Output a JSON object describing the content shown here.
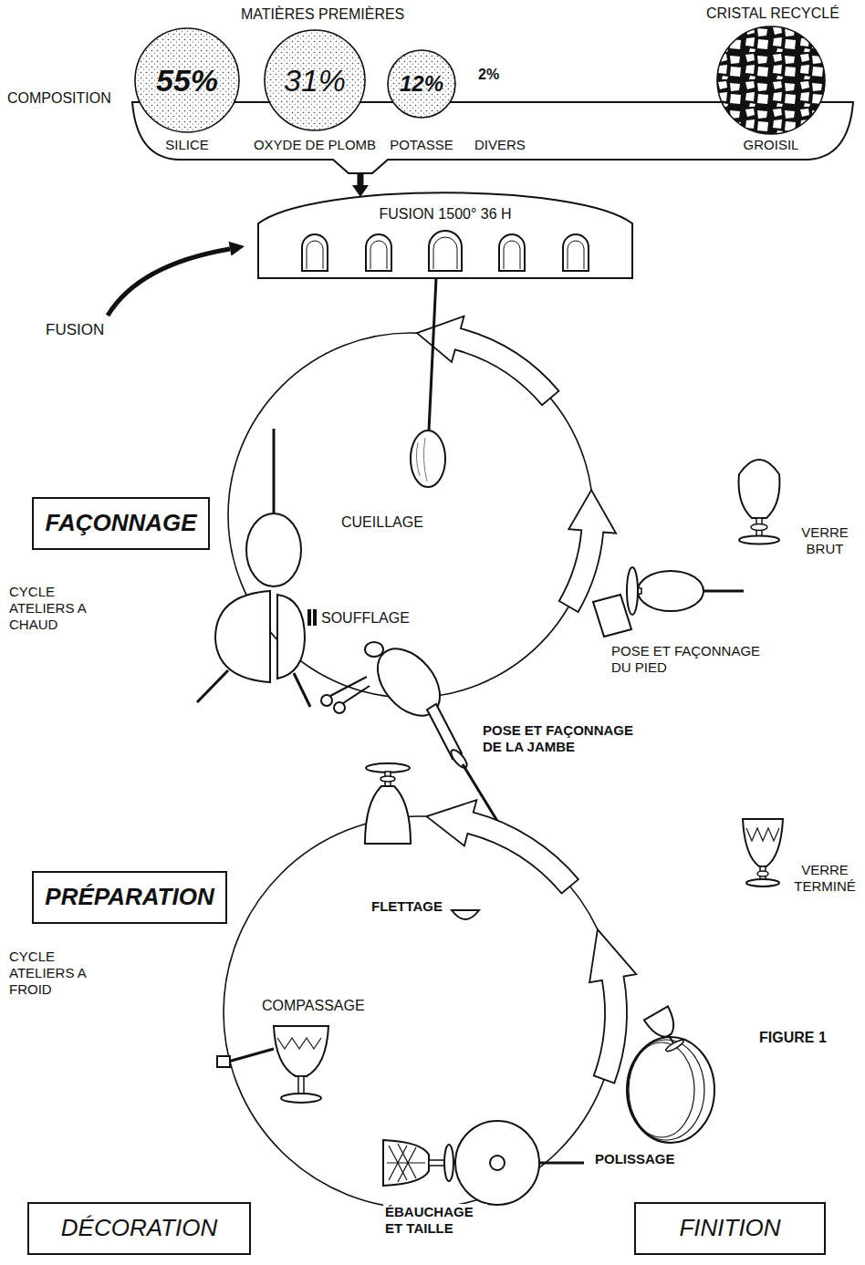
{
  "diagram": {
    "caption": "FIGURE 1",
    "nodes": [
      {
        "text": [
          "COMPOSITION"
        ]
      },
      {
        "text": [
          "55%",
          "SILICE"
        ],
        "in": 0
      },
      {
        "text": [
          "31%",
          "OXYDE DE PLOMB"
        ],
        "in": 0
      },
      {
        "text": [
          "12%",
          "POTASSE"
        ],
        "in": 0
      },
      {
        "text": [
          "GROISIL"
        ],
        "in": 0
      },
      {
        "text": [
          "FUSION 1500° 36 H"
        ]
      },
      {
        "text": [
          "FAÇONNAGE"
        ]
      },
      {
        "text": [
          "PRÉPARATION"
        ]
      },
      {
        "text": [
          "DÉCORATION"
        ]
      },
      {
        "text": [
          "FINITION"
        ]
      }
    ],
    "edges": [
      {
        "from": 0,
        "to": 5,
        "arrow": "to"
      }
    ],
    "labels": [
      "MATIÈRES PREMIÈRES",
      "2%",
      "DIVERS",
      "CRISTAL RECYCLÉ",
      "FUSION",
      "CUEILLAGE",
      "CYCLE ATELIERS A CHAUD",
      "SOUFFLAGE",
      "VERRE BRUT",
      "POSE ET FAÇONNAGE DU PIED",
      "POSE ET FAÇONNAGE DE LA JAMBE",
      "VERRE TERMINÉ",
      "FLETTAGE",
      "CYCLE ATELIERS A FROID",
      "COMPASSAGE",
      "POLISSAGE",
      "ÉBAUCHAGE ET TAILLE"
    ]
  }
}
